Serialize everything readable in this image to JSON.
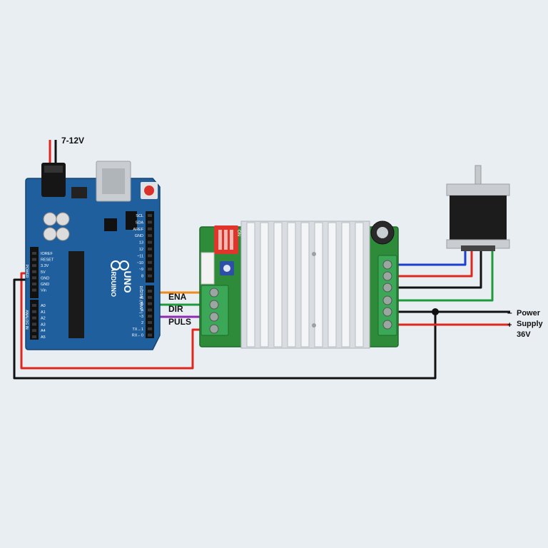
{
  "labels": {
    "vin": "7-12V",
    "ena": "ENA",
    "dir": "DIR",
    "puls": "PULS",
    "minus": "–",
    "plus": "+",
    "power_line1": "Power",
    "power_line2": "Supply",
    "power_line3": "36V"
  },
  "arduino": {
    "brand": "ARDUINO",
    "model": "UNO",
    "power_header": "POWER",
    "analog_header": "ANALOG IN",
    "digital_header": "DIGITAL (PWM~)",
    "power_pins": [
      "IOREF",
      "RESET",
      "3.3V",
      "5V",
      "GND",
      "GND",
      "Vin"
    ],
    "analog_pins": [
      "A0",
      "A1",
      "A2",
      "A3",
      "A4",
      "A5"
    ],
    "top_pins": [
      "SCL",
      "SDA",
      "AREF",
      "GND",
      "13",
      "12",
      "~11",
      "~10",
      "~9",
      "8"
    ],
    "digital_pins": [
      "7",
      "~6",
      "~5",
      "4",
      "~3",
      "2",
      "TX→1",
      "RX←0"
    ]
  },
  "driver": {
    "dip_label": "ON"
  },
  "colors": {
    "arduino_board": "#1f5f9e",
    "driver_pcb": "#2e8b3a",
    "heatsink": "#d9dde1",
    "wire_red": "#e0261e",
    "wire_black": "#111111",
    "wire_orange": "#f08a1c",
    "wire_green": "#1e9b3c",
    "wire_purple": "#8e2bb0",
    "wire_blue": "#1d3fd0"
  }
}
